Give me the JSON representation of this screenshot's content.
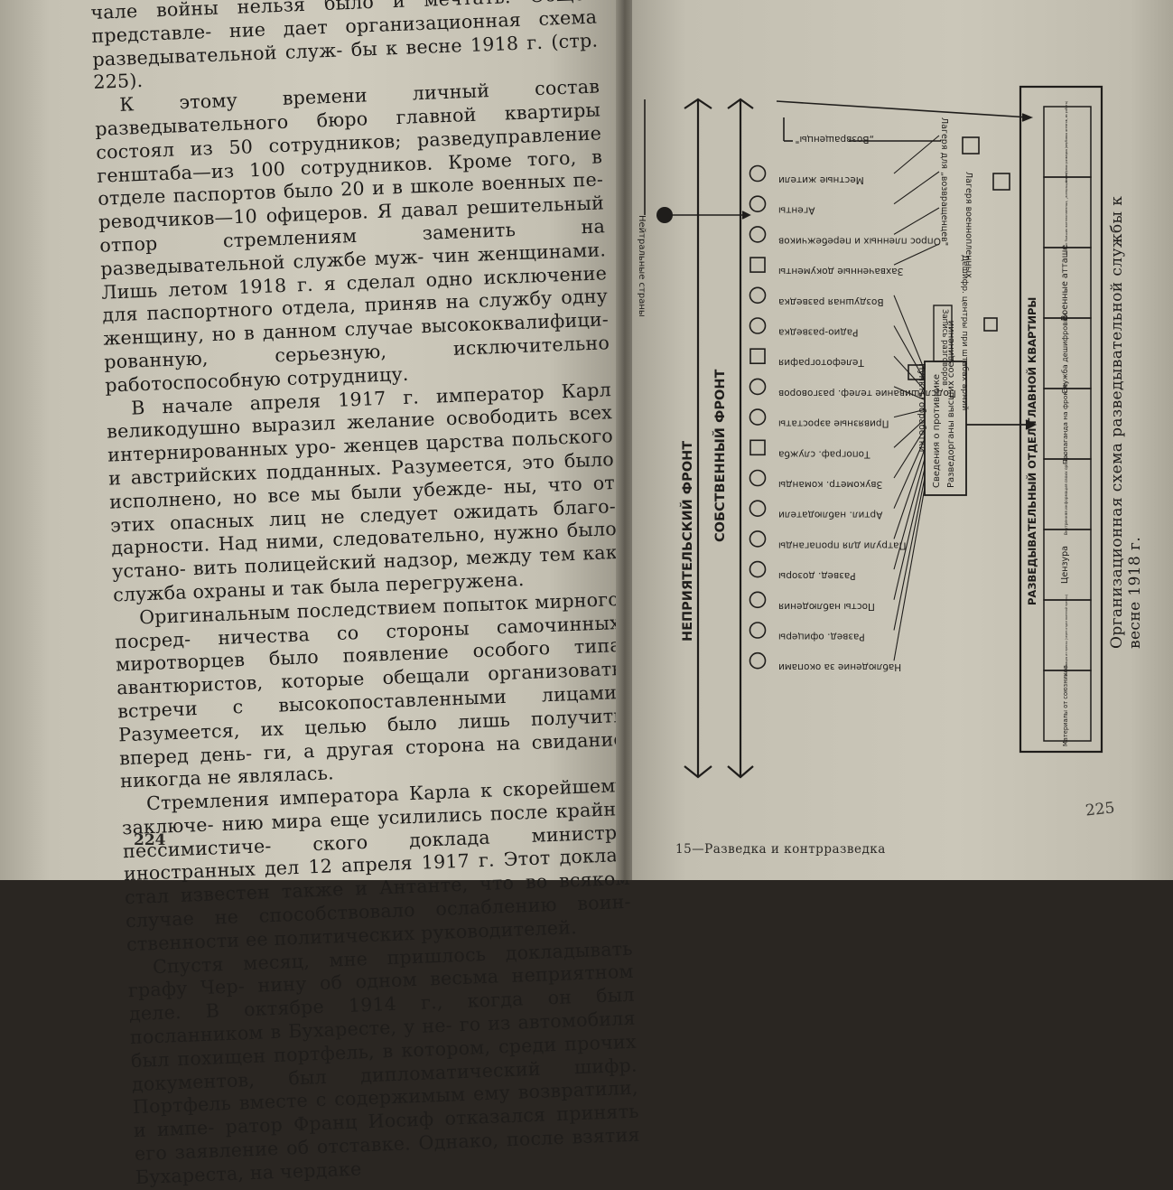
{
  "left_page": {
    "paragraphs": [
      {
        "indent": false,
        "lines": [
          "чале войны нельзя было и мечтать. Общее представле-",
          "ние дает организационная схема разведывательной служ-",
          "бы к весне 1918 г. (стр. 225)."
        ]
      },
      {
        "indent": true,
        "lines": [
          "К этому времени личный состав разведывательного",
          "бюро главной квартиры состоял из 50 сотрудников;",
          "разведуправление генштаба—из 100 сотрудников. Кроме",
          "того, в отделе паспортов было 20 и в школе военных пе-",
          "реводчиков—10 офицеров. Я давал решительный отпор",
          "стремлениям заменить на разведывательной службе муж-",
          "чин женщинами. Лишь летом 1918 г. я сделал одно",
          "исключение для паспортного отдела, приняв на службу",
          "одну женщину, но в данном случае высококвалифици-",
          "рованную, серьезную, исключительно работоспособную",
          "сотрудницу."
        ]
      },
      {
        "indent": true,
        "lines": [
          "В начале апреля 1917 г. император Карл великодушно",
          "выразил желание освободить всех интернированных уро-",
          "женцев царства польского и австрийских подданных.",
          "Разумеется, это было исполнено, но все мы были убежде-",
          "ны, что от этих опасных лиц не следует ожидать благо-",
          "дарности. Над ними, следовательно, нужно было устано-",
          "вить полицейский надзор, между тем как служба охраны",
          "и так была перегружена."
        ]
      },
      {
        "indent": true,
        "lines": [
          "Оригинальным последствием попыток мирного посред-",
          "ничества со стороны самочинных миротворцев было",
          "появление особого типа авантюристов, которые обещали",
          "организовать встречи с высокопоставленными лицами.",
          "Разумеется, их целью было лишь получить вперед день-",
          "ги, а другая сторона на свидание никогда не являлась."
        ]
      },
      {
        "indent": true,
        "lines": [
          "Стремления императора Карла к скорейшему заключе-",
          "нию мира еще усилились после крайне пессимистиче-",
          "ского доклада министра иностранных дел 12 апреля",
          "1917 г. Этот доклад стал известен также и Антанте, что",
          "во всяком случае не способствовало ослаблению воин-",
          "ственности ее политических руководителей."
        ]
      },
      {
        "indent": true,
        "lines": [
          "Спустя месяц, мне пришлось докладывать графу Чер-",
          "нину об одном весьма неприятном деле. В октябре",
          "1914 г., когда он был посланником в Бухаресте, у не-",
          "го из автомобиля был похищен портфель, в котором,",
          "среди прочих документов, был дипломатический шифр.",
          "Портфель вместе с содержимым ему возвратили, и импе-",
          "ратор Франц Иосиф отказался принять его заявление",
          "об отставке. Однако, после взятия Бухареста, на чердаке"
        ]
      }
    ],
    "page_number": "224"
  },
  "right_page": {
    "page_number": "225",
    "footer": "15—Разведка и контрразведка",
    "caption": "Организационная схема разведывательной службы к весне 1918 г.",
    "diagram": {
      "front_enemy": "НЕПРИЯТЕЛЬСКИЙ ФРОНТ",
      "front_own": "СОБСТВЕННЫЙ ФРОНТ",
      "neutral_countries": "Нейтральные страны",
      "returnees": "„Возвращенцы\"",
      "camps_returnees": "Лагеря для „возвращенцев\"",
      "camps_pow": "Лагеря военнопленных",
      "deciphering_centers": "Дешифр. центры при штабах армий",
      "conversation_recording": "Запись разговоров",
      "processing_points": "Пункты обработки",
      "higher_formation_intel": "Разведорганы высших соединений",
      "enemy_info": "Сведения о противнике",
      "hq_department": "РАЗВЕДЫВАТЕЛЬНЫЙ ОТДЕЛ ГЛАВНОЙ КВАРТИРЫ",
      "sources": [
        "Местные жители",
        "Агенты",
        "Опрос пленных и перебежчиков",
        "Захваченные документы",
        "Воздушная разведка",
        "Радио-разведка",
        "Телефотография",
        "Подслушивание телеф. разговоров",
        "Привязные аэростаты",
        "Топограф. служба",
        "Звукометр. команды",
        "Артил. наблюдатели",
        "Патрули для пропаганды",
        "Развед. дозоры",
        "Посты наблюдения",
        "Развед. офицеры",
        "Наблюдение за окопами"
      ],
      "hq_units": [
        "Агентурная разведка (вербовка агентов, их работа)",
        "Опрос бывших военнопленных, „возвращенцев\"",
        "Военные атташе",
        "Служба дешифровки",
        "Пропаганда на фронте",
        "Внутренняя информация своих органов",
        "Цензура",
        "Информация из прессы (через отдел военной прессы)",
        "Материалы от союзников"
      ]
    }
  }
}
